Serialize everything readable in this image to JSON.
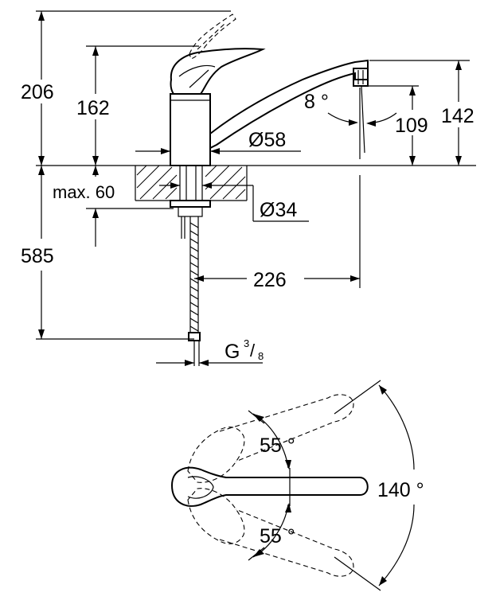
{
  "dimensions": {
    "total_height": "206",
    "lever_height": "162",
    "max_thickness": "max. 60",
    "supply_length": "585",
    "spout_reach": "226",
    "spout_tilt": "8 °",
    "aerator_height": "109",
    "spout_height": "142",
    "body_diameter": "Ø58",
    "hole_diameter": "Ø34",
    "thread_main": "G",
    "thread_num": "3",
    "thread_den": "8"
  },
  "angles": {
    "swing_left": "55 °",
    "swing_right": "55 °",
    "swing_total": "140 °"
  }
}
